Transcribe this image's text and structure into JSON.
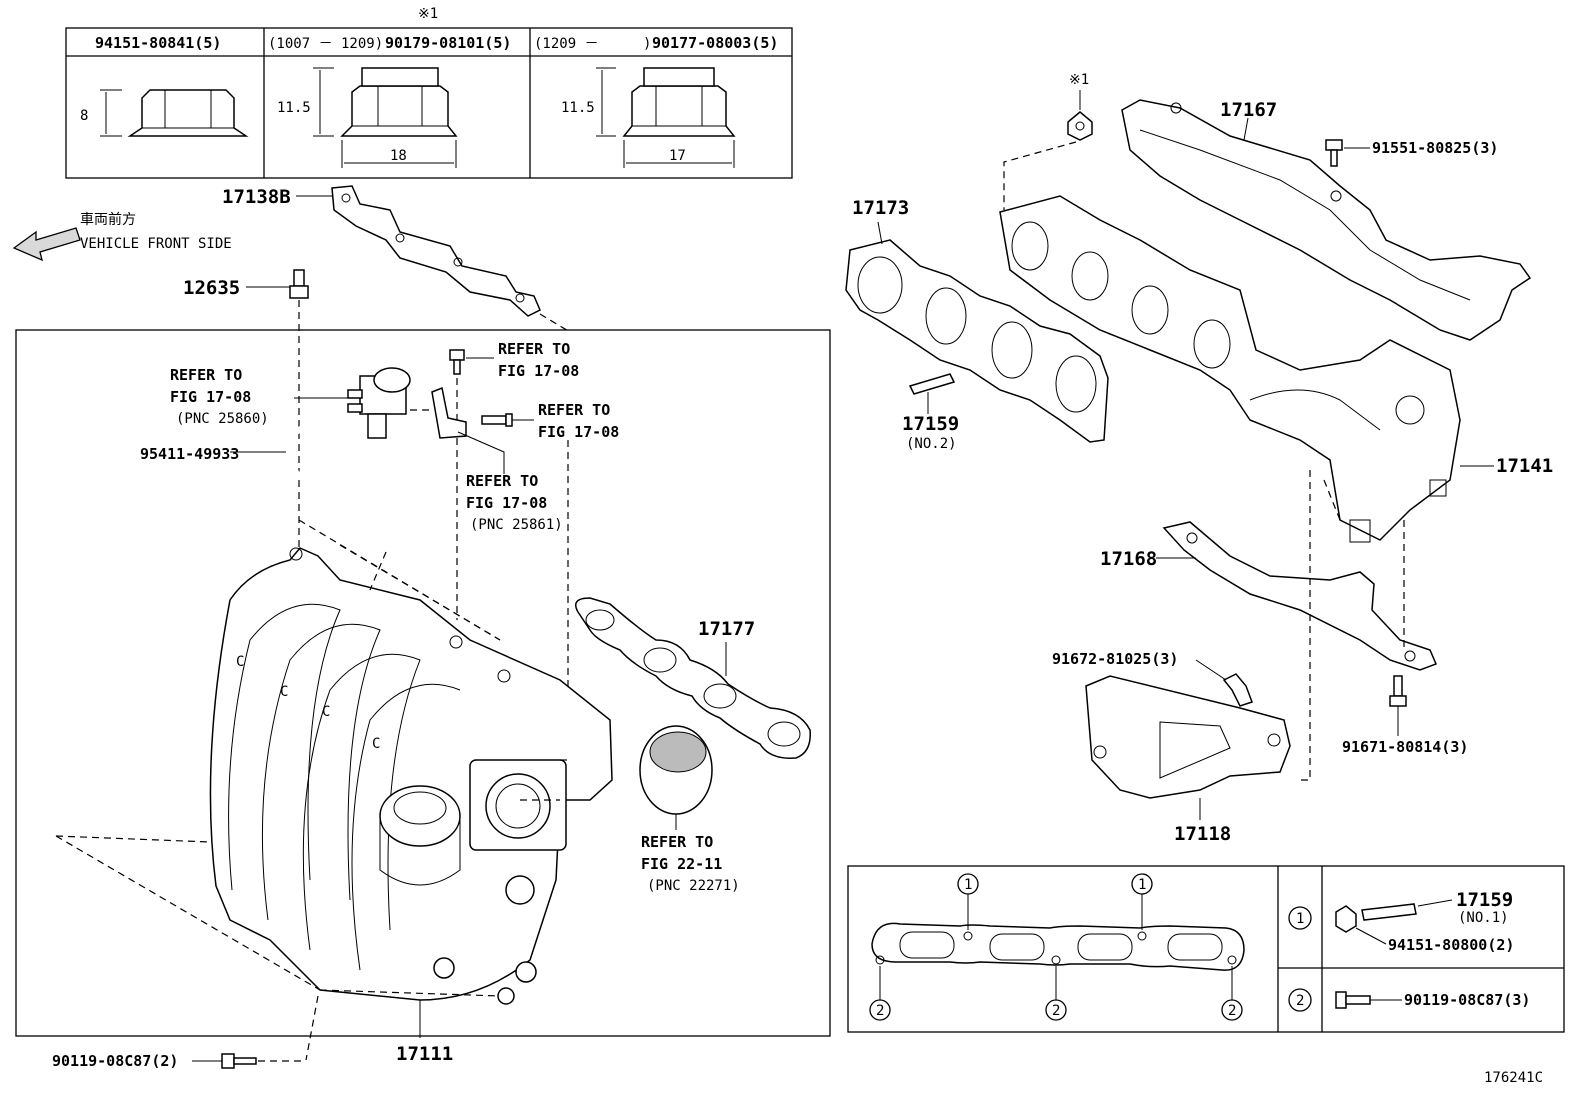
{
  "fastener_table": {
    "col1": {
      "header": "94151-80841(5)",
      "height": "8"
    },
    "col2": {
      "note_mark": "※1",
      "range": "(1007 － 1209)",
      "header": "90179-08101(5)",
      "height": "11.5",
      "width": "18"
    },
    "col3": {
      "range": "(1209 －",
      "range_close": ")",
      "header": "90177-08003(5)",
      "height": "11.5",
      "width": "17"
    }
  },
  "direction": {
    "label_jp": "車両前方",
    "label_en": "VEHICLE FRONT SIDE"
  },
  "parts": {
    "p17138B": "17138B",
    "p12635": "12635",
    "p95411": "95411-49933",
    "p17177": "17177",
    "p17111": "17111",
    "p90119_left": "90119-08C87(2)",
    "p17173": "17173",
    "p17159_no2": "17159",
    "p17159_no2_sub": "(NO.2)",
    "p17167": "17167",
    "p91551": "91551-80825(3)",
    "p17141": "17141",
    "p17168": "17168",
    "p91672": "91672-81025(3)",
    "p17118": "17118",
    "p91671": "91671-80814(3)",
    "nut_note": "※1"
  },
  "refers": {
    "r1": {
      "line1": "REFER TO",
      "line2": "FIG 17-08",
      "line3": "(PNC 25860)"
    },
    "r2": {
      "line1": "REFER TO",
      "line2": "FIG 17-08"
    },
    "r3": {
      "line1": "REFER TO",
      "line2": "FIG 17-08"
    },
    "r4": {
      "line1": "REFER TO",
      "line2": "FIG 17-08",
      "line3": "(PNC 25861)"
    },
    "r5": {
      "line1": "REFER TO",
      "line2": "FIG 22-11",
      "line3": "(PNC 22271)"
    }
  },
  "legend": {
    "marker1": "1",
    "marker2": "2",
    "p17159": "17159",
    "p17159_sub": "(NO.1)",
    "p94151": "94151-80800(2)",
    "p90119": "90119-08C87(3)"
  },
  "figure_id": "176241C"
}
